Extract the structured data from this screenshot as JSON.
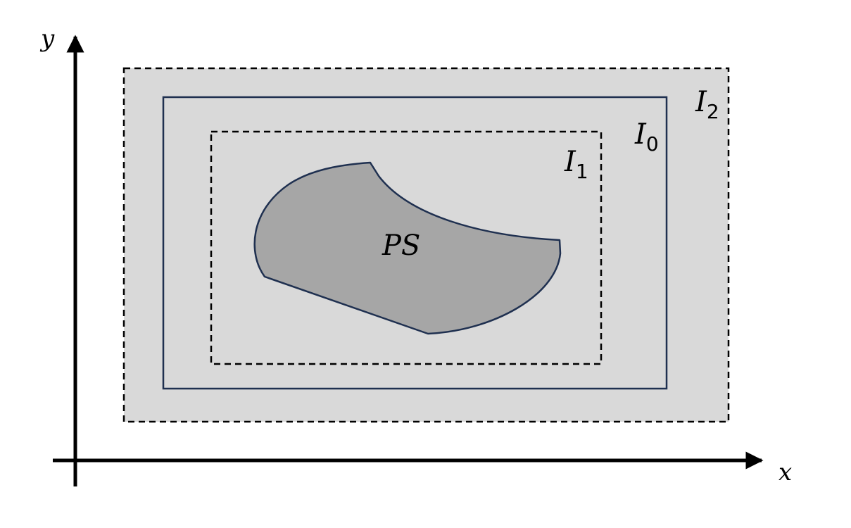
{
  "axes": {
    "x_label": "x",
    "y_label": "y"
  },
  "regions": {
    "outer": {
      "letter": "I",
      "sub": "2"
    },
    "middle": {
      "letter": "I",
      "sub": "0"
    },
    "inner": {
      "letter": "I",
      "sub": "1"
    },
    "shape": {
      "label": "PS"
    }
  },
  "colors": {
    "outer_fill": "#d9d9d9",
    "shape_fill": "#a6a6a6",
    "navy": "#1f3050",
    "axis": "#000000"
  }
}
